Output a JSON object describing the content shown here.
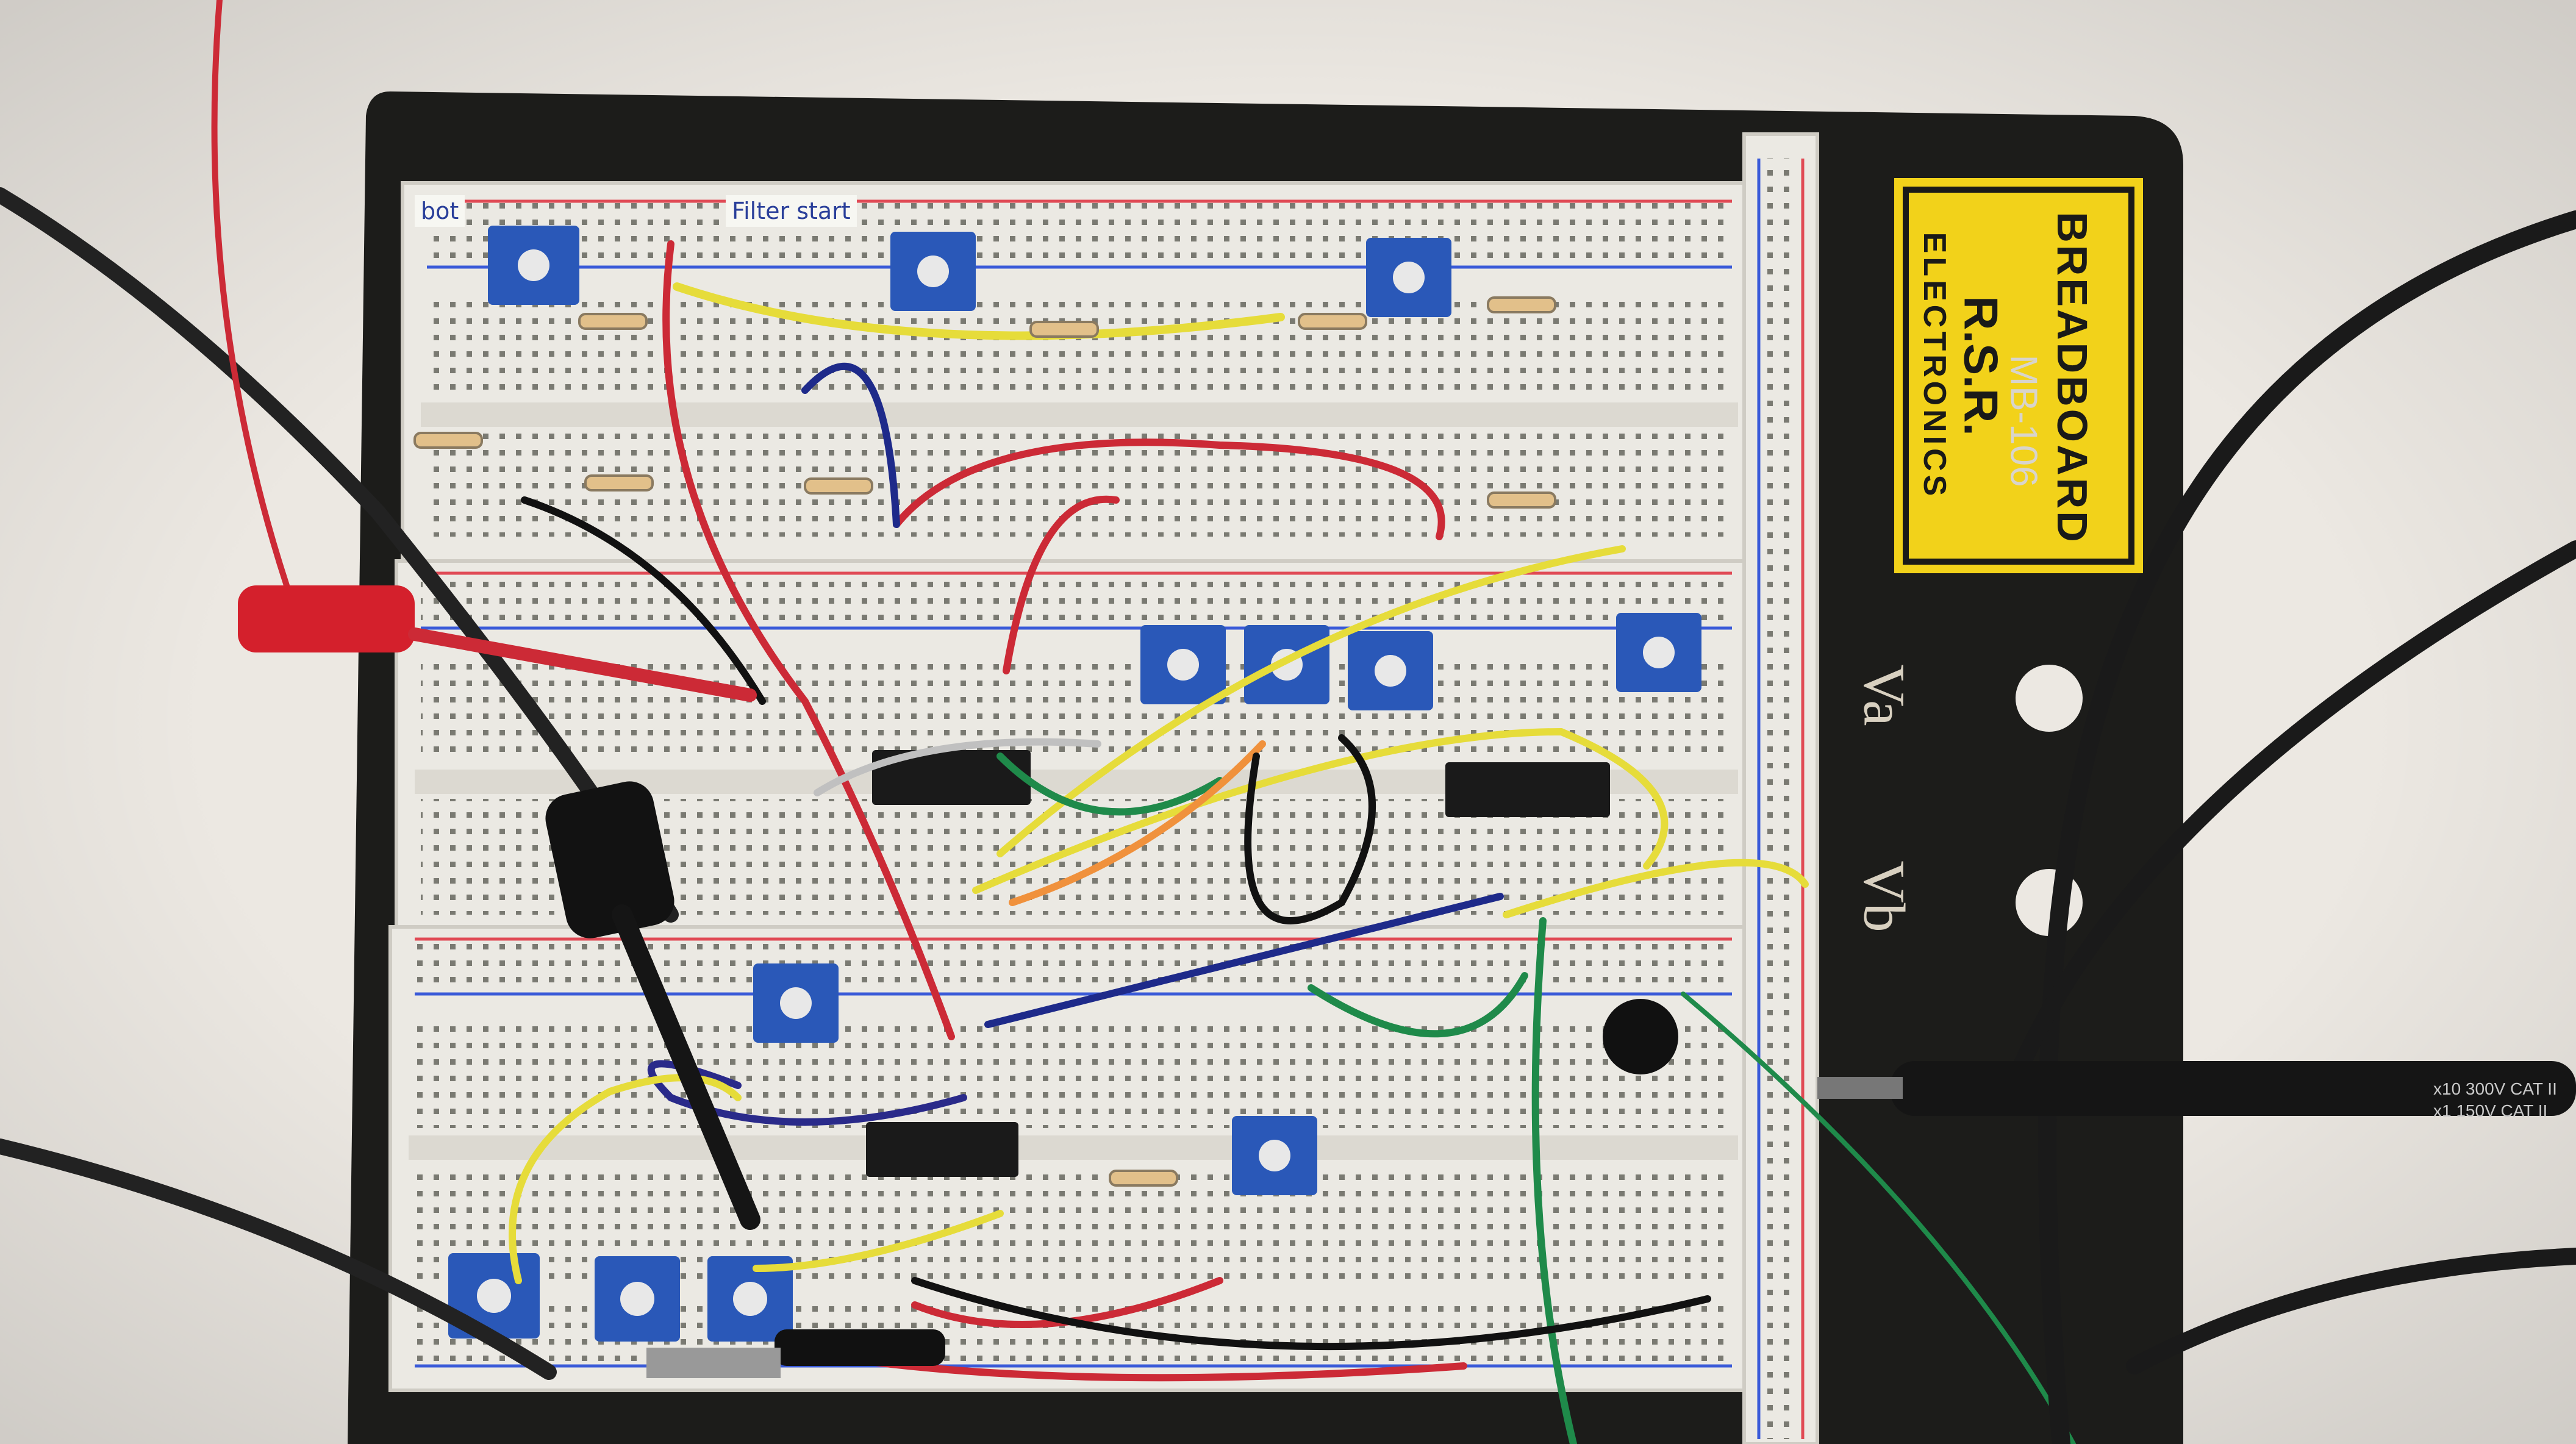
{
  "photo": {
    "background_color": "#ece8e2",
    "board_color": "#1c1c1a",
    "breadboard_color": "#ebe9e3",
    "rail_red": "#e04a55",
    "rail_blue": "#3a5ad8",
    "pot_color": "#2a58b8"
  },
  "labels": {
    "brand_title": "BREADBOARD",
    "brand_name": "R.S.R.",
    "brand_sub": "ELECTRONICS",
    "model": "MB-106",
    "terminal_a": "Va",
    "terminal_b": "Vb",
    "probe_line1": "x10 300V CAT II",
    "probe_line2": "x1 150V CAT II",
    "note_left": "bot",
    "note_right": "Filter start"
  }
}
